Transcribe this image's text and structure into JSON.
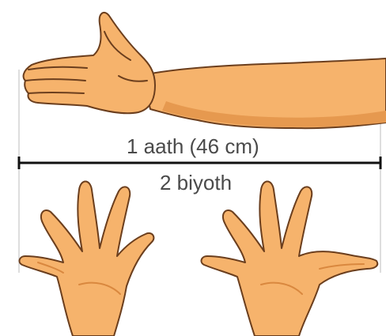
{
  "labels": {
    "aath": "1 aath (46 cm)",
    "biyoth": "2 biyoth"
  },
  "colors": {
    "skin": "#f6b36c",
    "skin_shadow": "#e6994f",
    "outline": "#6b3e1d",
    "measure_line": "#111111",
    "guide_line": "#c8c8c8"
  },
  "icons": [
    "arm-illustration",
    "left-hand-illustration",
    "right-hand-illustration"
  ]
}
